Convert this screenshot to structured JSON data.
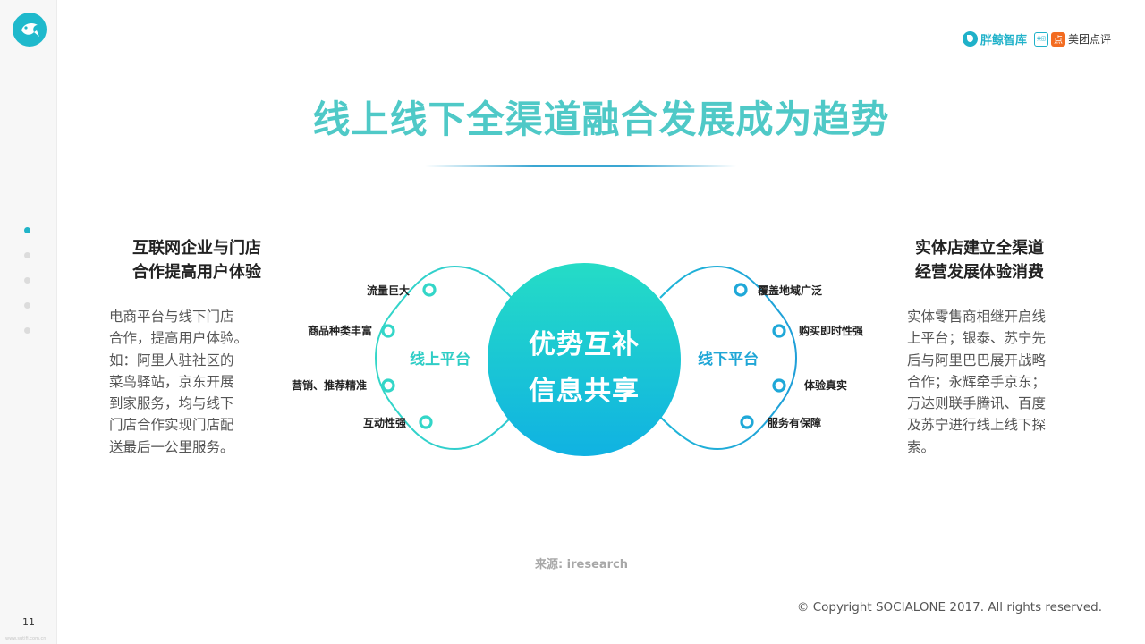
{
  "sidebar": {
    "logo_icon": "fish-logo-icon",
    "nav_dots": [
      true,
      false,
      false,
      false,
      false
    ],
    "page_number": "11",
    "url_text": "www.sutifi.com.cn"
  },
  "header": {
    "brand_1": "胖鲸智库",
    "brand_2_badge": "美团",
    "brand_2_mark": "点",
    "brand_2": "美团点评"
  },
  "title": "线上线下全渠道融合发展成为趋势",
  "left_panel": {
    "heading_lines": [
      "互联网企业与门店",
      "合作提高用户体验"
    ],
    "body_lines": [
      "电商平台与线下门店",
      "合作，提高用户体验。",
      "如：阿里人驻社区的",
      "菜鸟驿站，京东开展",
      "到家服务，均与线下",
      "门店合作实现门店配",
      "送最后一公里服务。"
    ]
  },
  "right_panel": {
    "heading_lines": [
      "实体店建立全渠道",
      "经营发展体验消费"
    ],
    "body_lines": [
      "实体零售商相继开启线",
      "上平台；银泰、苏宁先",
      "后与阿里巴巴展开战略",
      "合作；永辉牵手京东；",
      "万达则联手腾讯、百度",
      "及苏宁进行线上线下探",
      "索。"
    ]
  },
  "diagram": {
    "center_lines": [
      "优势互补",
      "信息共享"
    ],
    "online_label": "线上平台",
    "offline_label": "线下平台",
    "online_items": [
      "流量巨大",
      "商品种类丰富",
      "营销、推荐精准",
      "互动性强"
    ],
    "offline_items": [
      "覆盖地域广泛",
      "购买即时性强",
      "体验真实",
      "服务有保障"
    ],
    "colors": {
      "online": "#33d6c8",
      "offline": "#1fa8d8",
      "circle_top": "#25dcc6",
      "circle_bottom": "#10b2e2"
    }
  },
  "source": "来源: iresearch",
  "copyright": "© Copyright SOCIALONE 2017. All rights reserved."
}
